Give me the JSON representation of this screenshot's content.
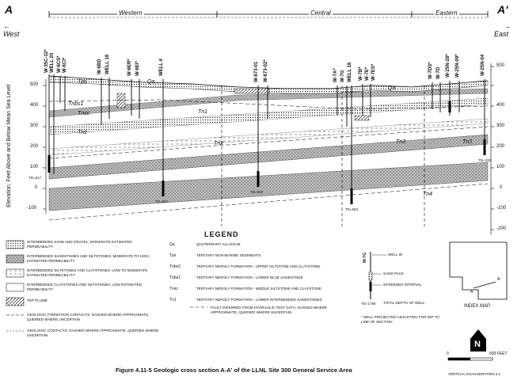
{
  "header": {
    "left_letter": "A",
    "right_letter": "A'",
    "left_direction": "West",
    "right_direction": "East",
    "zones": [
      "Western",
      "Central",
      "Eastern"
    ]
  },
  "axis": {
    "title": "Elevation, Feet Above and Below Mean Sea Level",
    "left_ticks": [
      "500",
      "400",
      "300",
      "200",
      "100",
      "0",
      "-100"
    ],
    "right_ticks": [
      "500",
      "400",
      "300",
      "200",
      "100",
      "0",
      "-100",
      "-200"
    ]
  },
  "wells": [
    "W-35C-32*",
    "WELL 20",
    "W-6CS*",
    "W-6CI*",
    "W-6BD",
    "WELL 18",
    "W-6ER*",
    "W-6EI*",
    "WELL 4",
    "W-873-01",
    "W-873-02*",
    "W-7A*",
    "W-7G",
    "WELL 18",
    "W-7B*",
    "W-7E*",
    "W-7ES*",
    "W-7DS*",
    "W-7D",
    "W-25N-28*",
    "W-25N-09*",
    "W-25N-04"
  ],
  "units": [
    "Qa",
    "Tps",
    "Tnbs2",
    "Tnbs1",
    "Tnsc",
    "Tn1",
    "Tn2",
    "Tn3",
    "Tn4"
  ],
  "total_depth_labels": [
    "TD=517",
    "TD=657",
    "TD=660",
    "TD=650",
    "TD=1755",
    "TD=329"
  ],
  "legend": {
    "title": "LEGEND",
    "patterns": [
      "INTERBEDDED SAND AND GRAVEL; MODERATE ESTIMATED PERMEABILITY",
      "INTERBEDDED SANDSTONES AND SILTSTONES; MODERATE TO HIGH ESTIMATED PERMEABILITY",
      "INTERBEDDED SILTSTONES AND CLAYSTONES; LOW TO MODERATE ESTIMATED PERMEABILITY",
      "INTERBEDDED CLAYSTONES AND SILTSTONES; LOW ESTIMATED PERMEABILITY",
      "TEP PLUME",
      "GEOLOGIC FORMATION CONTACTS; DASHED WHERE APPROXIMATE, QUERIED WHERE UNCERTAIN",
      "GEOLOGIC CONTACTS; DASHED WHERE APPROXIMATE, QUERIED WHERE UNCERTAIN"
    ],
    "codes": [
      {
        "code": "Qa",
        "text": "QUATERNARY ALLUVIUM"
      },
      {
        "code": "Tps",
        "text": "TERTIARY NON-MARINE SEDIMENTS"
      },
      {
        "code": "Tnbs2",
        "text": "TERTIARY NEROLY FORMATION - UPPER SILTSTONE AND CLAYSTONE"
      },
      {
        "code": "Tnbs1",
        "text": "TERTIARY NEROLY FORMATION - LOWER BLUE SANDSTONE"
      },
      {
        "code": "Tnsc",
        "text": "TERTIARY NEROLY FORMATION - MIDDLE SILTSTONE AND CLAYSTONE"
      },
      {
        "code": "Tn1",
        "text": "TERTIARY NEROLY FORMATION - LOWER INTERBEDDED SANDSTONES"
      }
    ],
    "fault_note": "FAULT INFERRED FROM HYDRAULIC TEST DATA; DASHED WHERE APPROXIMATE, QUERIED WHERE UNCERTAIN",
    "well_symbol": {
      "well_label": "W-7G",
      "well": "WELL ID",
      "sand_pack": "SAND PACK",
      "screen": "SCREENED INTERVAL",
      "td": "TD=1755",
      "td_desc": "TOTAL DEPTH OF WELL"
    },
    "projected_note": "* WELL PROJECTED ADJUSTING FOR DIP TO LINE OF SECTION"
  },
  "index_map": {
    "title": "INDEX MAP",
    "label_a": "A",
    "label_a2": "A'"
  },
  "scale": {
    "zero": "0",
    "end": "500 FEET",
    "note": "VERTICAL EXAGGERATION 2:1"
  },
  "north": "N",
  "caption": "Figure 4.11-5  Geologic cross section A-A' of the LLNL Site 300 General Service Area"
}
